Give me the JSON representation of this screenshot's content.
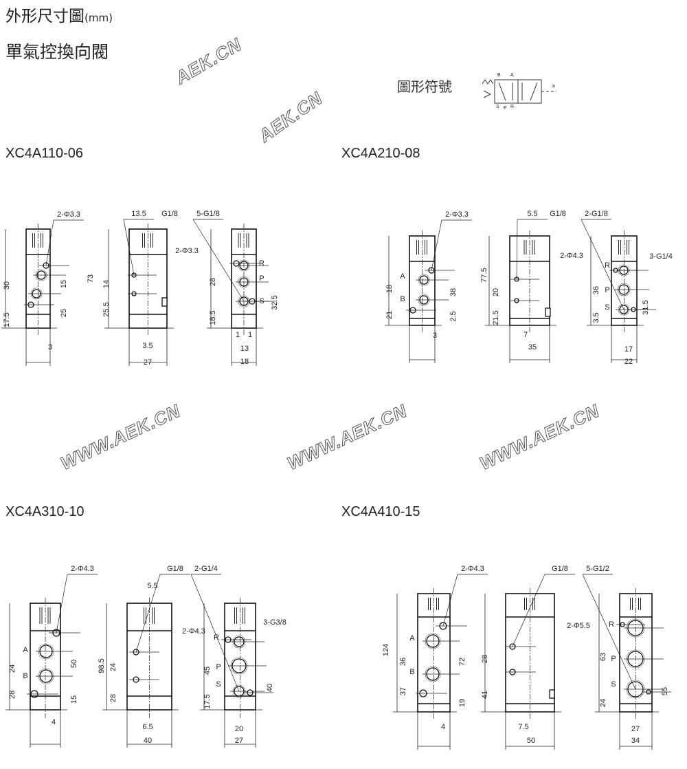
{
  "header": {
    "title": "外形尺寸圖",
    "unit": "(mm)",
    "subtitle": "單氣控換向閥"
  },
  "symbol": {
    "label": "圖形符號",
    "ports_top": [
      "B",
      "A"
    ],
    "ports_bottom": [
      "S",
      "P",
      "R"
    ],
    "pilot": "a"
  },
  "watermarks": [
    "AEK.CN",
    "WWW.AEK.CN",
    "WWW.AEK.CN",
    "WWW.AEK.CN",
    "AEK.CN"
  ],
  "models": [
    {
      "name": "XC4A110-06",
      "side": [
        "2-Φ3.3",
        "30",
        "17.5",
        "15",
        "25",
        "3"
      ],
      "front": [
        "13.5",
        "G1/8",
        "73",
        "2-Φ3.3",
        "14",
        "25.5",
        "3.5",
        "27"
      ],
      "end": [
        "5-G1/8",
        "R",
        "P",
        "S",
        "28",
        "18.5",
        "32.5",
        "1",
        "1",
        "13",
        "18"
      ]
    },
    {
      "name": "XC4A210-08",
      "side": [
        "2-Φ3.3",
        "A",
        "B",
        "18",
        "21",
        "38",
        "2.5",
        "3"
      ],
      "front": [
        "5.5",
        "G1/8",
        "77.5",
        "2-Φ4.3",
        "20",
        "21.5",
        "7",
        "35"
      ],
      "end": [
        "2-G1/8",
        "3-G1/4",
        "R",
        "P",
        "S",
        "36",
        "3.5",
        "31.5",
        "17",
        "22"
      ]
    },
    {
      "name": "XC4A310-10",
      "side": [
        "2-Φ4.3",
        "A",
        "B",
        "24",
        "28",
        "50",
        "15",
        "4"
      ],
      "front": [
        "G1/8",
        "5.5",
        "98.5",
        "2-Φ4.3",
        "24",
        "28",
        "6.5",
        "40"
      ],
      "end": [
        "2-G1/4",
        "3-G3/8",
        "R",
        "P",
        "S",
        "45",
        "17.5",
        "40",
        "20",
        "27"
      ]
    },
    {
      "name": "XC4A410-15",
      "side": [
        "2-Φ4.3",
        "A",
        "B",
        "124",
        "36",
        "37",
        "72",
        "19",
        "4"
      ],
      "front": [
        "G1/8",
        "2-Φ5.5",
        "28",
        "41",
        "7.5",
        "50"
      ],
      "end": [
        "5-G1/2",
        "R",
        "P",
        "S",
        "63",
        "24",
        "55",
        "27",
        "34"
      ]
    }
  ]
}
